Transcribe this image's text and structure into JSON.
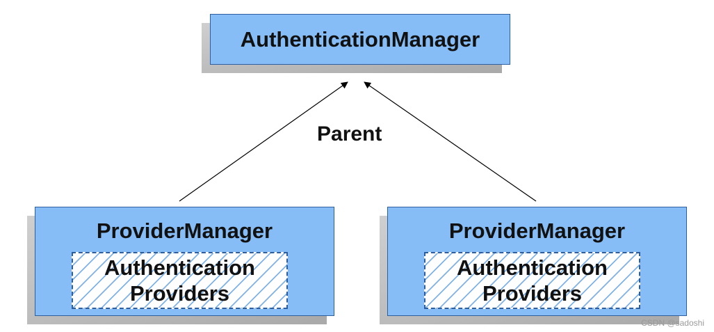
{
  "diagram": {
    "parent_node": {
      "label": "AuthenticationManager"
    },
    "edge_label": "Parent",
    "child_nodes": [
      {
        "title": "ProviderManager",
        "inner_line1": "Authentication",
        "inner_line2": "Providers"
      },
      {
        "title": "ProviderManager",
        "inner_line1": "Authentication",
        "inner_line2": "Providers"
      }
    ]
  },
  "watermark": "CSDN @sadoshi",
  "colors": {
    "box_fill": "#86bdf6",
    "box_border": "#2d5fa0",
    "shadow": "#b4b4b4"
  }
}
